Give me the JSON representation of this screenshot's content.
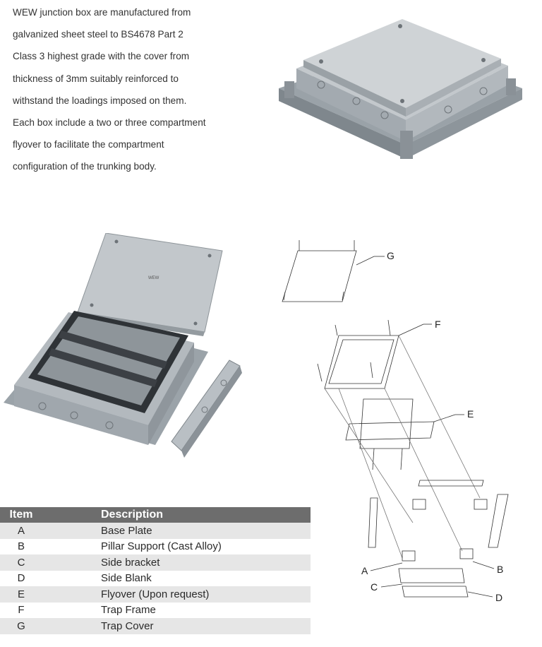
{
  "intro": {
    "lines": [
      "WEW junction box are manufactured from",
      "galvanized sheet steel to BS4678 Part 2",
      "Class 3 highest grade with the cover from",
      "thickness of 3mm suitably reinforced to",
      "withstand the loadings imposed on them.",
      "Each box include a two or three compartment",
      "flyover to facilitate the compartment",
      "configuration of the trunking body."
    ]
  },
  "cover_stamp": "WEW",
  "parts_table": {
    "headers": {
      "item": "Item",
      "description": "Description"
    },
    "rows": [
      {
        "item": "A",
        "description": "Base Plate"
      },
      {
        "item": "B",
        "description": "Pillar Support (Cast Alloy)"
      },
      {
        "item": "C",
        "description": "Side bracket"
      },
      {
        "item": "D",
        "description": "Side Blank"
      },
      {
        "item": "E",
        "description": "Flyover (Upon request)"
      },
      {
        "item": "F",
        "description": "Trap Frame"
      },
      {
        "item": "G",
        "description": "Trap Cover"
      }
    ]
  },
  "diagram_labels": {
    "a": "A",
    "b": "B",
    "c": "C",
    "d": "D",
    "e": "E",
    "f": "F",
    "g": "G"
  },
  "colors": {
    "header_bg": "#6d6d6d",
    "row_shade": "#e6e6e6",
    "metal": "#b9bfc4"
  }
}
